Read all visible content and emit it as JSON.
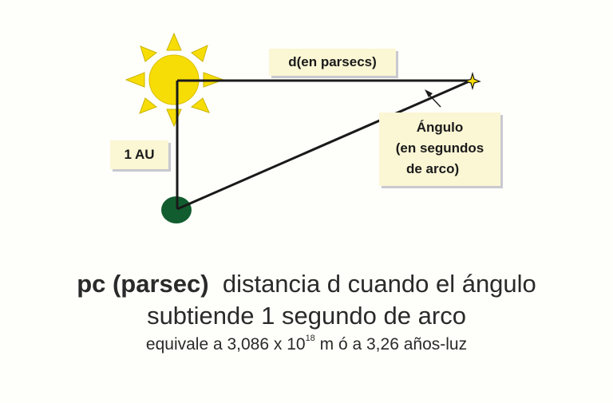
{
  "diagram": {
    "distance_label": "d(en parsecs)",
    "baseline_label": "1 AU",
    "angle_label": {
      "line1": "Ángulo",
      "line2": "(en segundos",
      "line3": "de arco)"
    }
  },
  "caption": {
    "term": "pc (parsec)",
    "definition_part1": "distancia d cuando el ángulo",
    "definition_part2": "subtiende 1 segundo de arco",
    "equiv_prefix": "equivale a 3,086 x 10",
    "equiv_exponent": "18",
    "equiv_suffix": " m ó a 3,26 años-luz"
  },
  "colors": {
    "sun": "#f7dd06",
    "sun_rays": "#f7dd06",
    "earth": "#125d2f",
    "lines": "#1a1a1a",
    "label_background": "#fbf6d4",
    "label_shadow": "#c9c9cf"
  }
}
